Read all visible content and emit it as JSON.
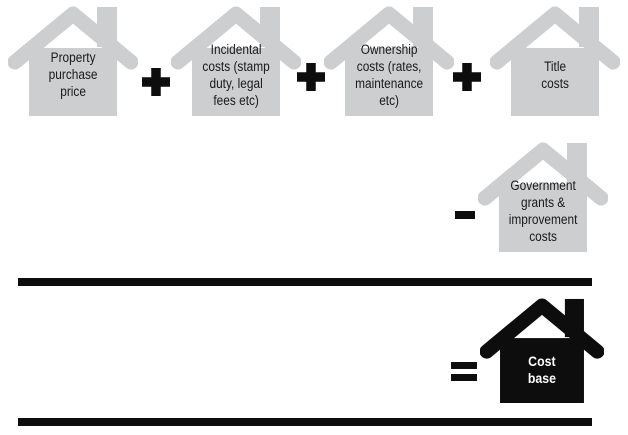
{
  "colors": {
    "house_gray": "#cdced0",
    "ink_black": "#0d0d0d",
    "label_text": "#1a1a1a",
    "result_text": "#ffffff"
  },
  "formula": {
    "addends": [
      {
        "label": "Property\npurchase\nprice"
      },
      {
        "label": "Incidental\ncosts (stamp\nduty, legal\nfees etc)"
      },
      {
        "label": "Ownership\ncosts (rates,\nmaintenance\netc)"
      },
      {
        "label": "Title\ncosts"
      }
    ],
    "operators": {
      "plus": "+",
      "minus": "-",
      "equals": "="
    },
    "subtrahend": {
      "label": "Government\ngrants &\nimprovement\ncosts"
    },
    "result": {
      "label": "Cost\nbase"
    }
  }
}
